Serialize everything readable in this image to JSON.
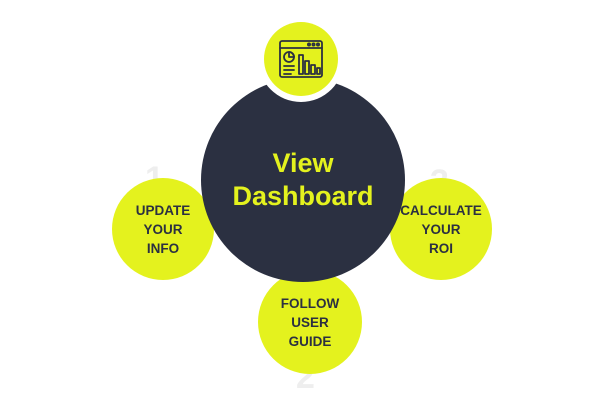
{
  "center": {
    "line1": "View",
    "line2": "Dashboard"
  },
  "center_icon": "dashboard-icon",
  "steps": [
    {
      "number": "1",
      "lines": [
        "UPDATE",
        "YOUR",
        "INFO"
      ]
    },
    {
      "number": "2",
      "lines": [
        "FOLLOW",
        "USER",
        "GUIDE"
      ]
    },
    {
      "number": "3",
      "lines": [
        "CALCULATE",
        "YOUR",
        "ROI"
      ]
    }
  ],
  "colors": {
    "accent": "#e4f21e",
    "dark": "#2b3041",
    "number_gray": "#eeeeee"
  }
}
